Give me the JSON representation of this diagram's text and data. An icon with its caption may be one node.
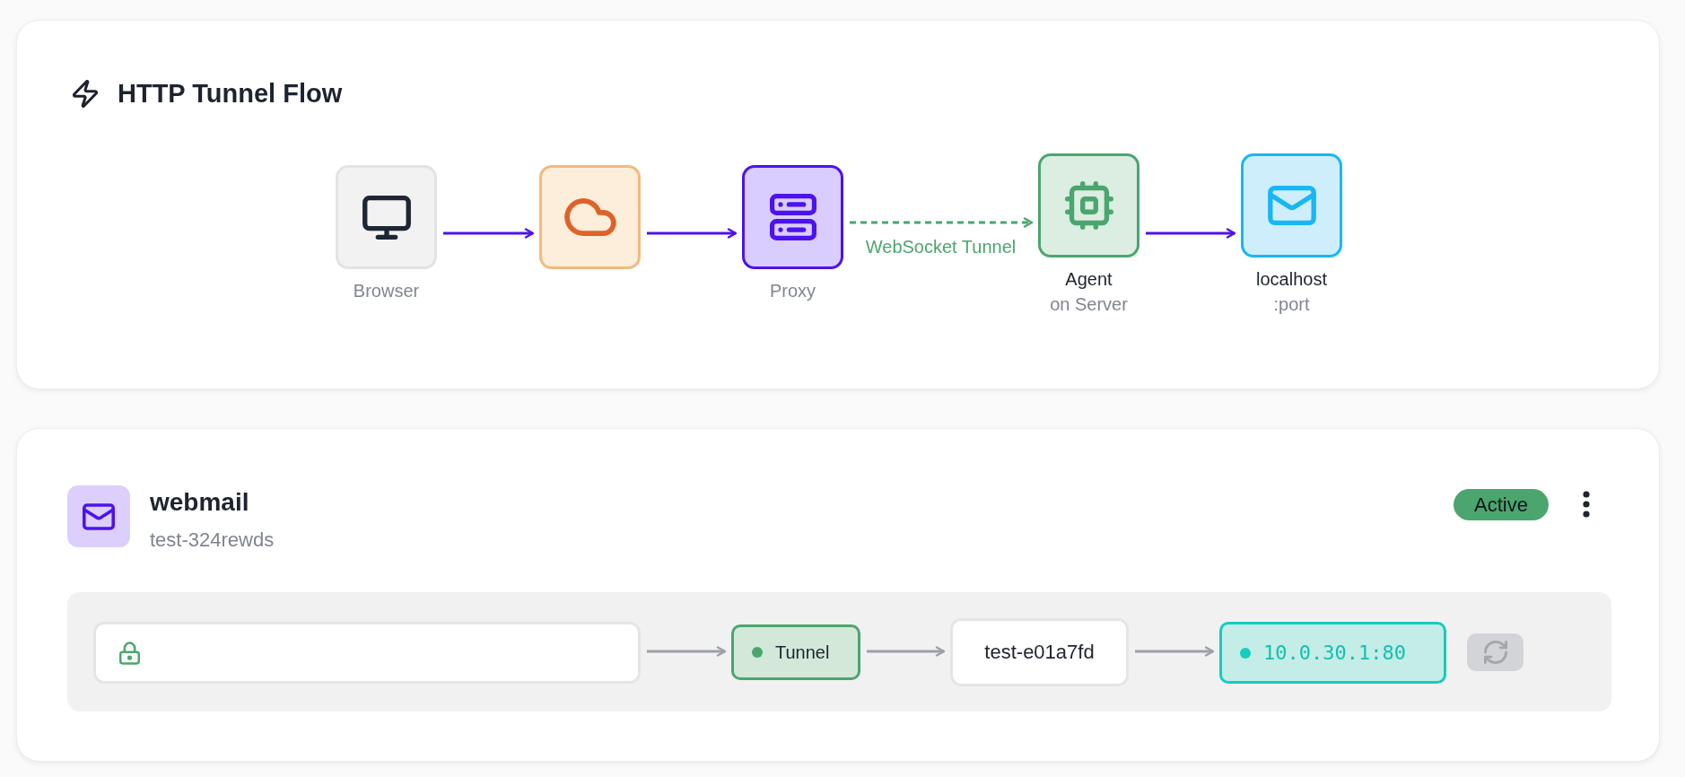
{
  "diagram": {
    "nodes": [
      {
        "text": [
          "HTTP Tunnel Flow"
        ]
      },
      {
        "text": [
          "Browser"
        ],
        "in": 0
      },
      {
        "text": [],
        "shape": "box",
        "in": 0
      },
      {
        "text": [
          "Proxy"
        ],
        "in": 0
      },
      {
        "text": [
          "Agent",
          "on Server"
        ],
        "in": 0
      },
      {
        "text": [
          "localhost",
          ":port"
        ],
        "in": 0
      },
      {
        "text": [
          "webmail",
          "test-324rewds"
        ]
      },
      {
        "text": [
          "Active"
        ],
        "in": 6
      },
      {
        "text": [],
        "shape": "box",
        "in": 6
      },
      {
        "text": [
          "Tunnel"
        ],
        "in": 6
      },
      {
        "text": [
          "test-e01a7fd"
        ],
        "in": 6
      },
      {
        "text": [
          "10.0.30.1:80"
        ],
        "in": 6
      }
    ],
    "edges": [
      {
        "from": 1,
        "to": 2,
        "arrow": "to"
      },
      {
        "from": 2,
        "to": 3,
        "arrow": "to"
      },
      {
        "from": 3,
        "to": 4,
        "arrow": "to",
        "label": "WebSocket Tunnel",
        "style": "dashed",
        "color": "#4aa66e"
      },
      {
        "from": 4,
        "to": 5,
        "arrow": "to"
      },
      {
        "from": 8,
        "to": 9,
        "arrow": "to",
        "color": "#9ca0a6"
      },
      {
        "from": 9,
        "to": 10,
        "arrow": "to",
        "color": "#9ca0a6"
      },
      {
        "from": 10,
        "to": 11,
        "arrow": "to",
        "color": "#9ca0a6"
      }
    ]
  }
}
